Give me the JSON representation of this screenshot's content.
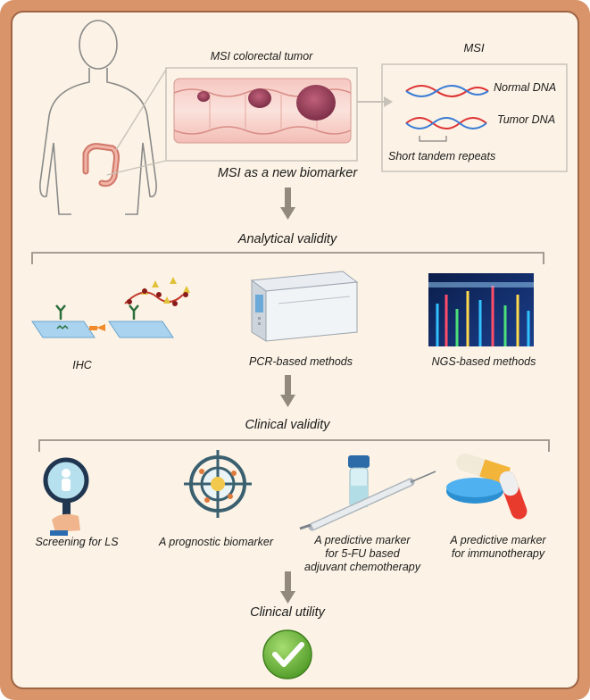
{
  "top": {
    "tumor_label": "MSI colorectal tumor",
    "msi_title": "MSI",
    "normal_dna": "Normal DNA",
    "tumor_dna": "Tumor DNA",
    "str_label": "Short tandem repeats",
    "biomarker_label": "MSI as a new biomarker"
  },
  "analytical": {
    "title": "Analytical validity",
    "methods": [
      "IHC",
      "PCR-based methods",
      "NGS-based methods"
    ]
  },
  "clinical": {
    "title": "Clinical validity",
    "items": [
      "Screening for LS",
      "A prognostic biomarker",
      "A predictive marker",
      "for 5-FU based",
      "adjuvant chemotherapy",
      "A predictive marker",
      "for immunotherapy"
    ]
  },
  "utility": {
    "title": "Clinical utility"
  },
  "colors": {
    "accent_orange": "#d9946a",
    "panel_bg": "#fcf3e6",
    "arrow_gray": "#938a7e",
    "check_green": "#6db33f"
  }
}
